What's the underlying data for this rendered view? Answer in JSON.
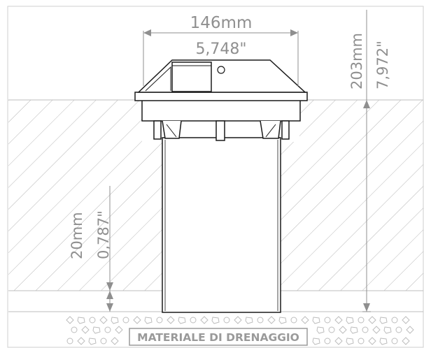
{
  "dimensions": {
    "top_width_mm": "146mm",
    "top_width_in": "5,748\"",
    "height_mm": "203mm",
    "height_in": "7,972\"",
    "drain_mm": "20mm",
    "drain_in": "0,787\""
  },
  "labels": {
    "drainage": "MATERIALE DI DRENAGGIO"
  },
  "colors": {
    "line": "#1a1a1a",
    "dim": "#8f8f8f",
    "hatch": "#b5b5b5"
  }
}
